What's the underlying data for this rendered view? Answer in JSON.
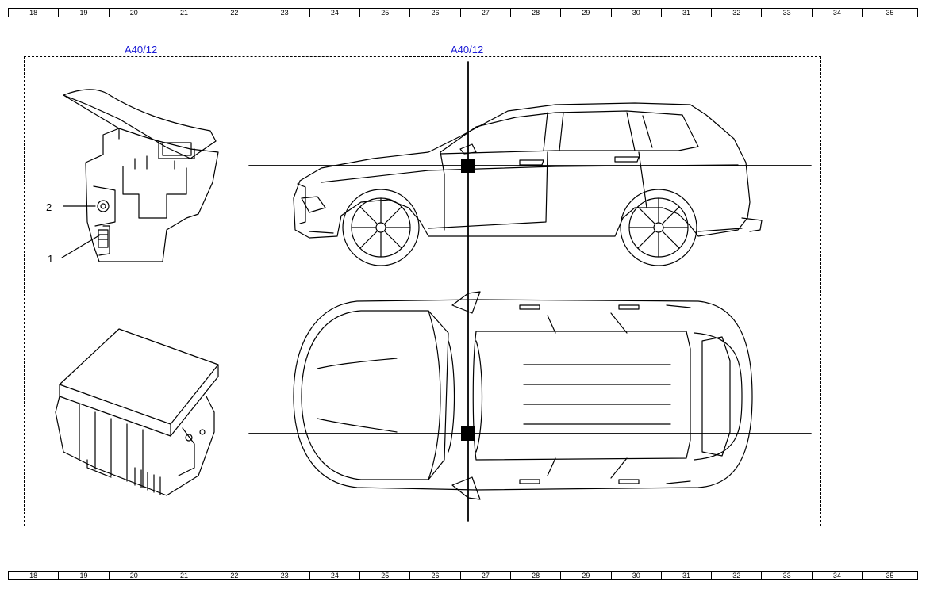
{
  "ruler": {
    "numbers": [
      "18",
      "19",
      "20",
      "21",
      "22",
      "23",
      "24",
      "25",
      "26",
      "27",
      "28",
      "29",
      "30",
      "31",
      "32",
      "33",
      "34",
      "35"
    ]
  },
  "references": {
    "left": "A40/12",
    "center": "A40/12"
  },
  "callouts": {
    "one": "1",
    "two": "2"
  },
  "colors": {
    "reference_text": "#1a1ad6",
    "line": "#000000"
  }
}
